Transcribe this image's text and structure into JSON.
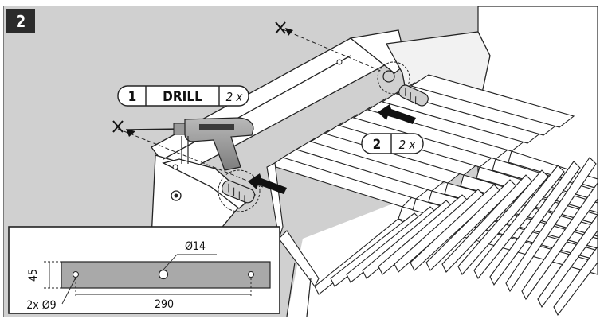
{
  "step": {
    "number": "2"
  },
  "callout_drill": {
    "index": "1",
    "label": "DRILL",
    "count": "2 x"
  },
  "callout_insert": {
    "index": "2",
    "count": "2 x"
  },
  "detail": {
    "center_hole": "Ø14",
    "height": "45",
    "side_holes": "2x Ø9",
    "spacing": "290"
  },
  "colors": {
    "wall": "#cfcfcf",
    "ink": "#1a1a1a",
    "bracket_fill": "#a9a9a9",
    "step_badge": "#2b2b2b"
  },
  "icons": [
    "drill-icon",
    "wall-anchor-icon",
    "mark-x-icon",
    "arrow-icon"
  ]
}
